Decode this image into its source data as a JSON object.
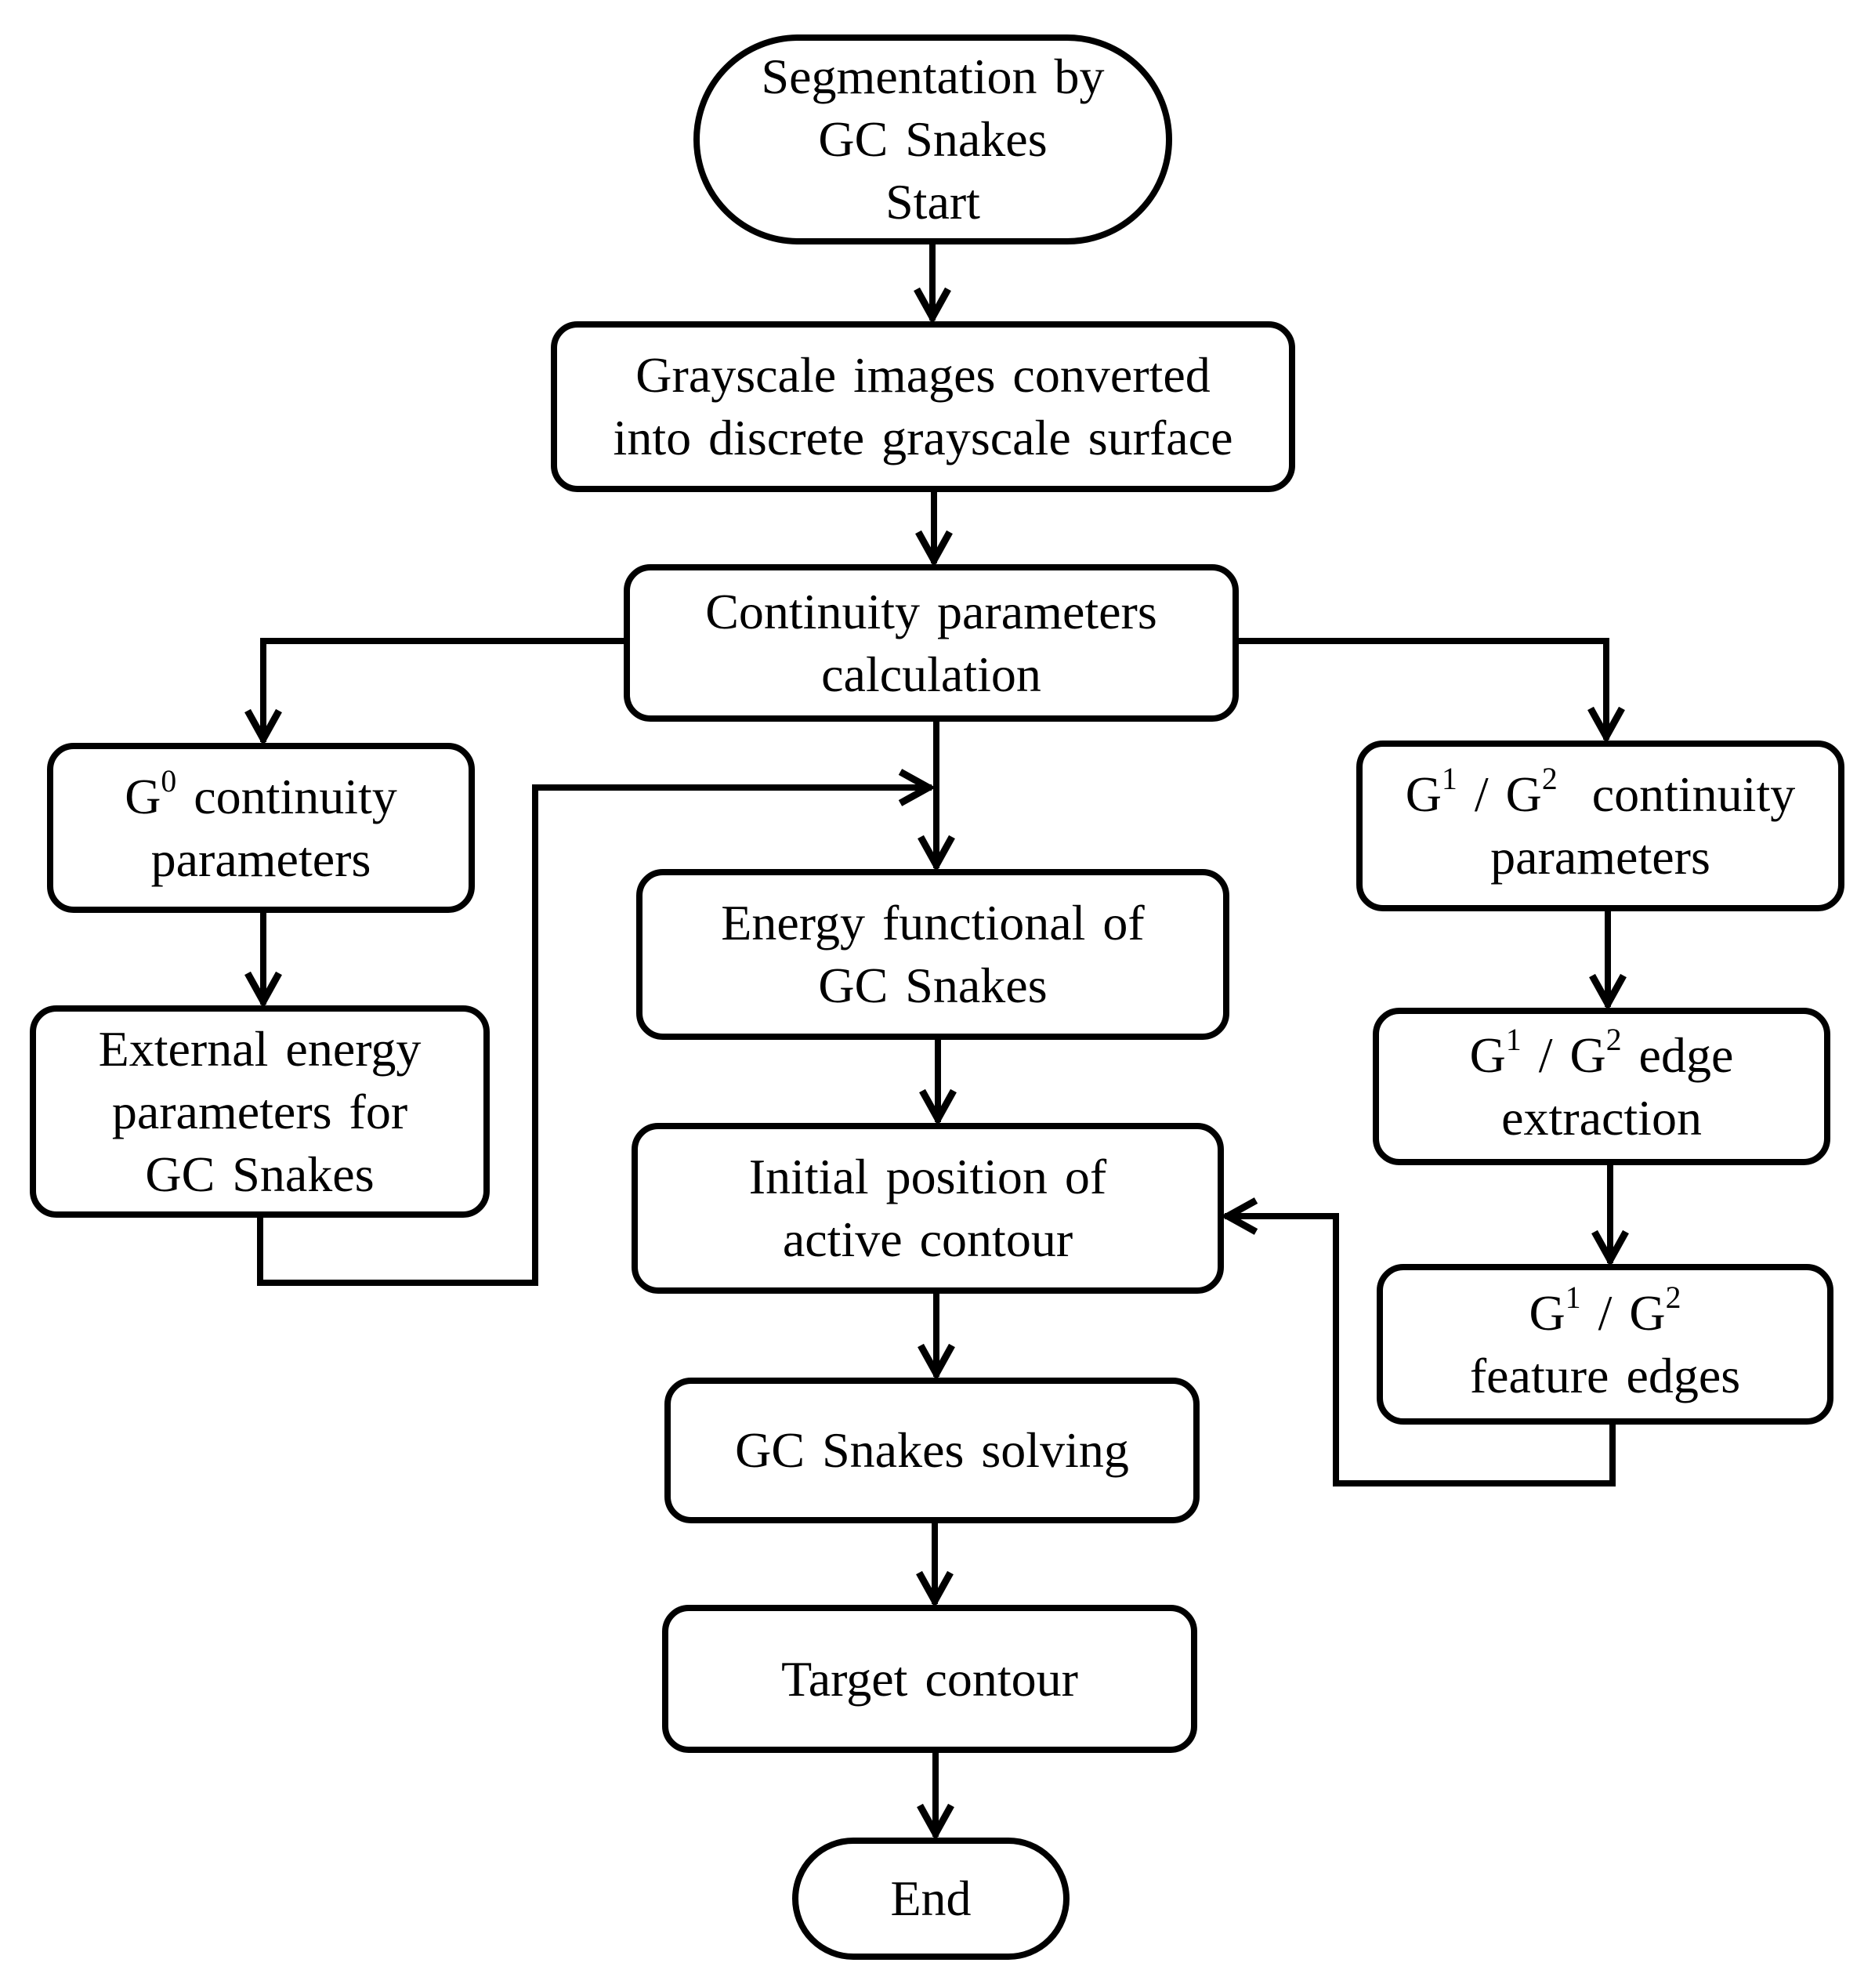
{
  "nodes": {
    "start": {
      "lines": [
        "Segmentation by",
        "GC Snakes",
        "Start"
      ]
    },
    "gray": {
      "lines": [
        "Grayscale images converted",
        "into discrete grayscale surface"
      ]
    },
    "cont": {
      "lines": [
        "Continuity parameters",
        "calculation"
      ]
    },
    "g0": {
      "sym": "G",
      "sup": "0",
      "rest": " continuity",
      "line2": "parameters"
    },
    "ext": {
      "lines": [
        "External energy",
        "parameters for",
        "GC Snakes"
      ]
    },
    "energy": {
      "lines": [
        "Energy functional of",
        "GC Snakes"
      ]
    },
    "init": {
      "lines": [
        "Initial position of",
        "active contour"
      ]
    },
    "solve": {
      "lines": [
        "GC Snakes solving"
      ]
    },
    "target": {
      "lines": [
        "Target contour"
      ]
    },
    "end": {
      "lines": [
        "End"
      ]
    },
    "g12": {
      "sym1": "G",
      "sup1": "1",
      "sep": " / ",
      "sym2": "G",
      "sup2": "2",
      "rest": "  continuity",
      "line2": "parameters"
    },
    "edge": {
      "sym1": "G",
      "sup1": "1",
      "sep": " / ",
      "sym2": "G",
      "sup2": "2",
      "rest": " edge",
      "line2": "extraction"
    },
    "feat": {
      "sym1": "G",
      "sup1": "1",
      "sep": " / ",
      "sym2": "G",
      "sup2": "2",
      "rest": "",
      "line2": "feature edges"
    }
  }
}
